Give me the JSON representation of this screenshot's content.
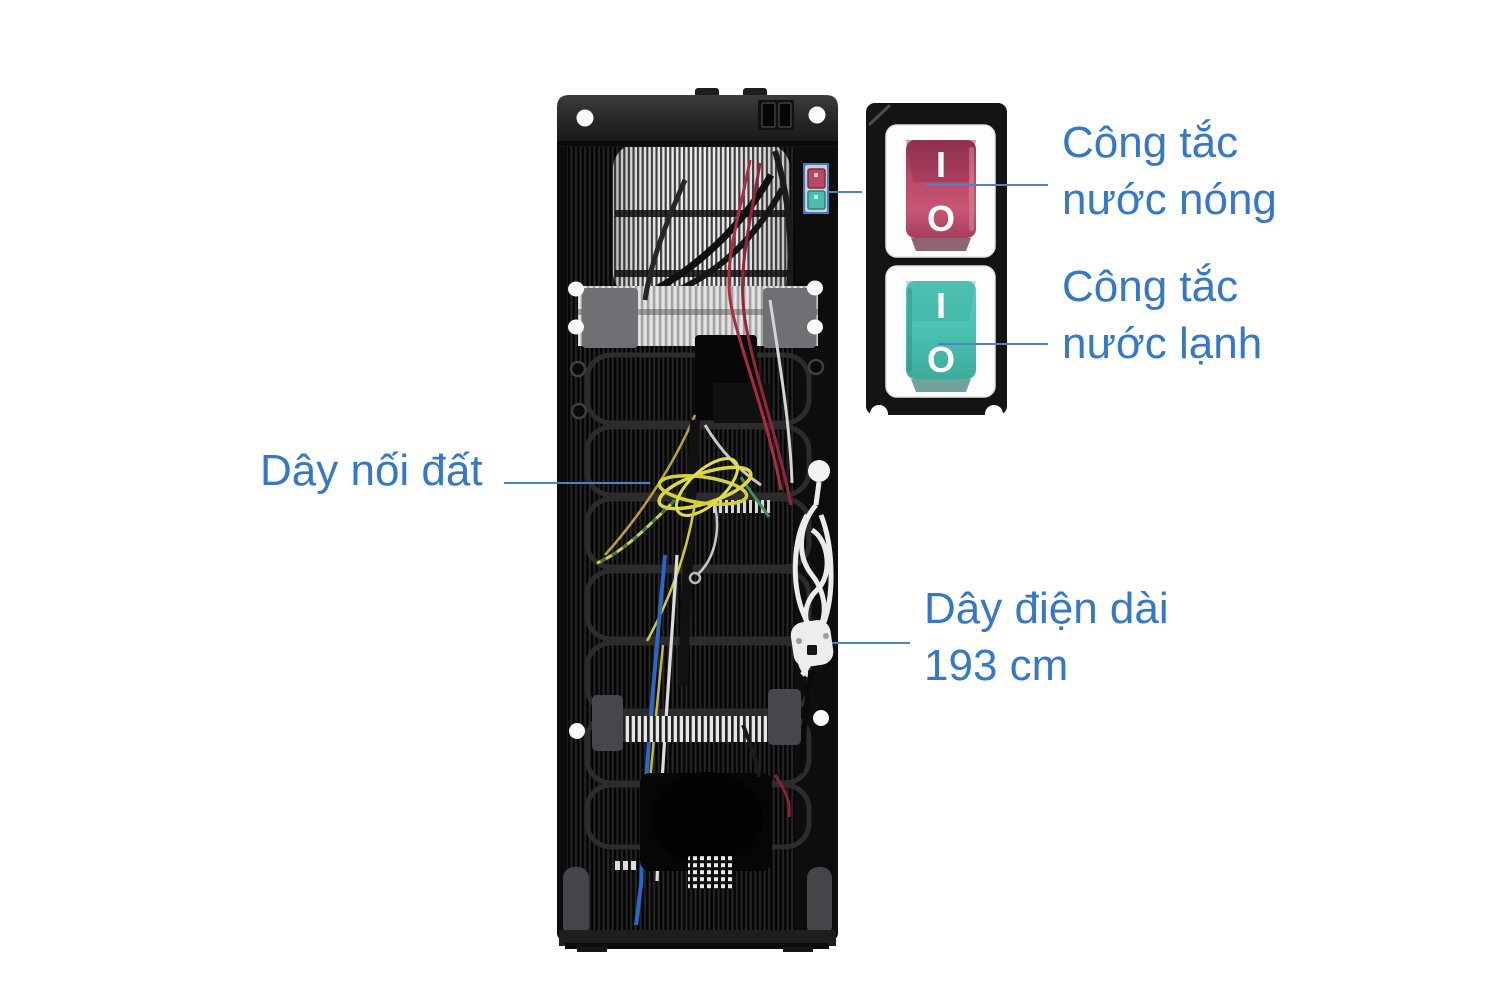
{
  "annotations": {
    "hot_switch": {
      "line1": "Công tắc",
      "line2": "nước nóng"
    },
    "cold_switch": {
      "line1": "Công tắc",
      "line2": "nước lạnh"
    },
    "ground_wire": {
      "text": "Dây nối đất"
    },
    "power_cord": {
      "line1": "Dây điện dài",
      "line2": "193 cm"
    }
  },
  "inset_switches": {
    "hot": {
      "on_mark": "I",
      "off_mark": "O",
      "color": "#bc4667"
    },
    "cold": {
      "on_mark": "I",
      "off_mark": "O",
      "color": "#4cc3b2"
    }
  },
  "colors": {
    "label_text": "#3577c8",
    "callout_line": "#4d83c6",
    "highlight_box": "#3f7cc4",
    "hot_switch": "#bc4667",
    "cold_switch": "#4cc3b2",
    "dispenser_body": "#0d0d0d"
  }
}
